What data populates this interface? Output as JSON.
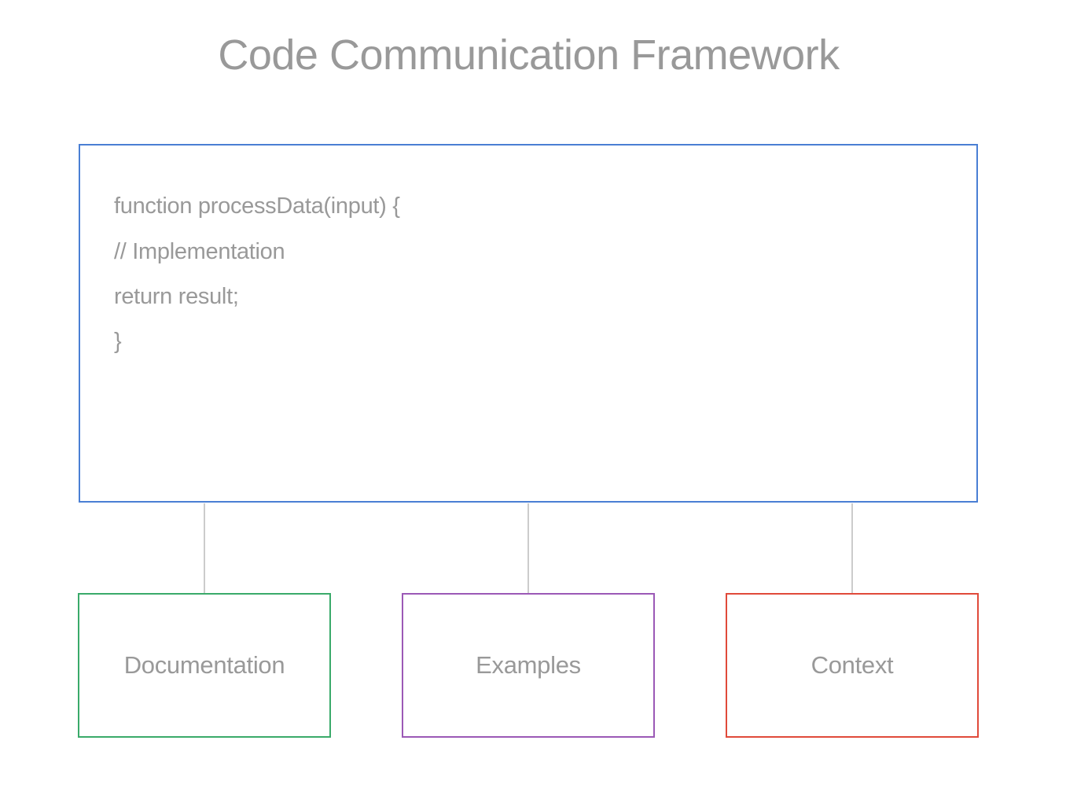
{
  "title": "Code Communication Framework",
  "code_block": {
    "border_color": "#4a7fd4",
    "lines": [
      "function processData(input) {",
      "// Implementation",
      "return result;",
      "}"
    ]
  },
  "nodes": [
    {
      "label": "Documentation",
      "border_color": "#3aaa6a"
    },
    {
      "label": "Examples",
      "border_color": "#9b59b6"
    },
    {
      "label": "Context",
      "border_color": "#e04a3a"
    }
  ],
  "connector_color": "#cccccc",
  "text_color": "#999999"
}
